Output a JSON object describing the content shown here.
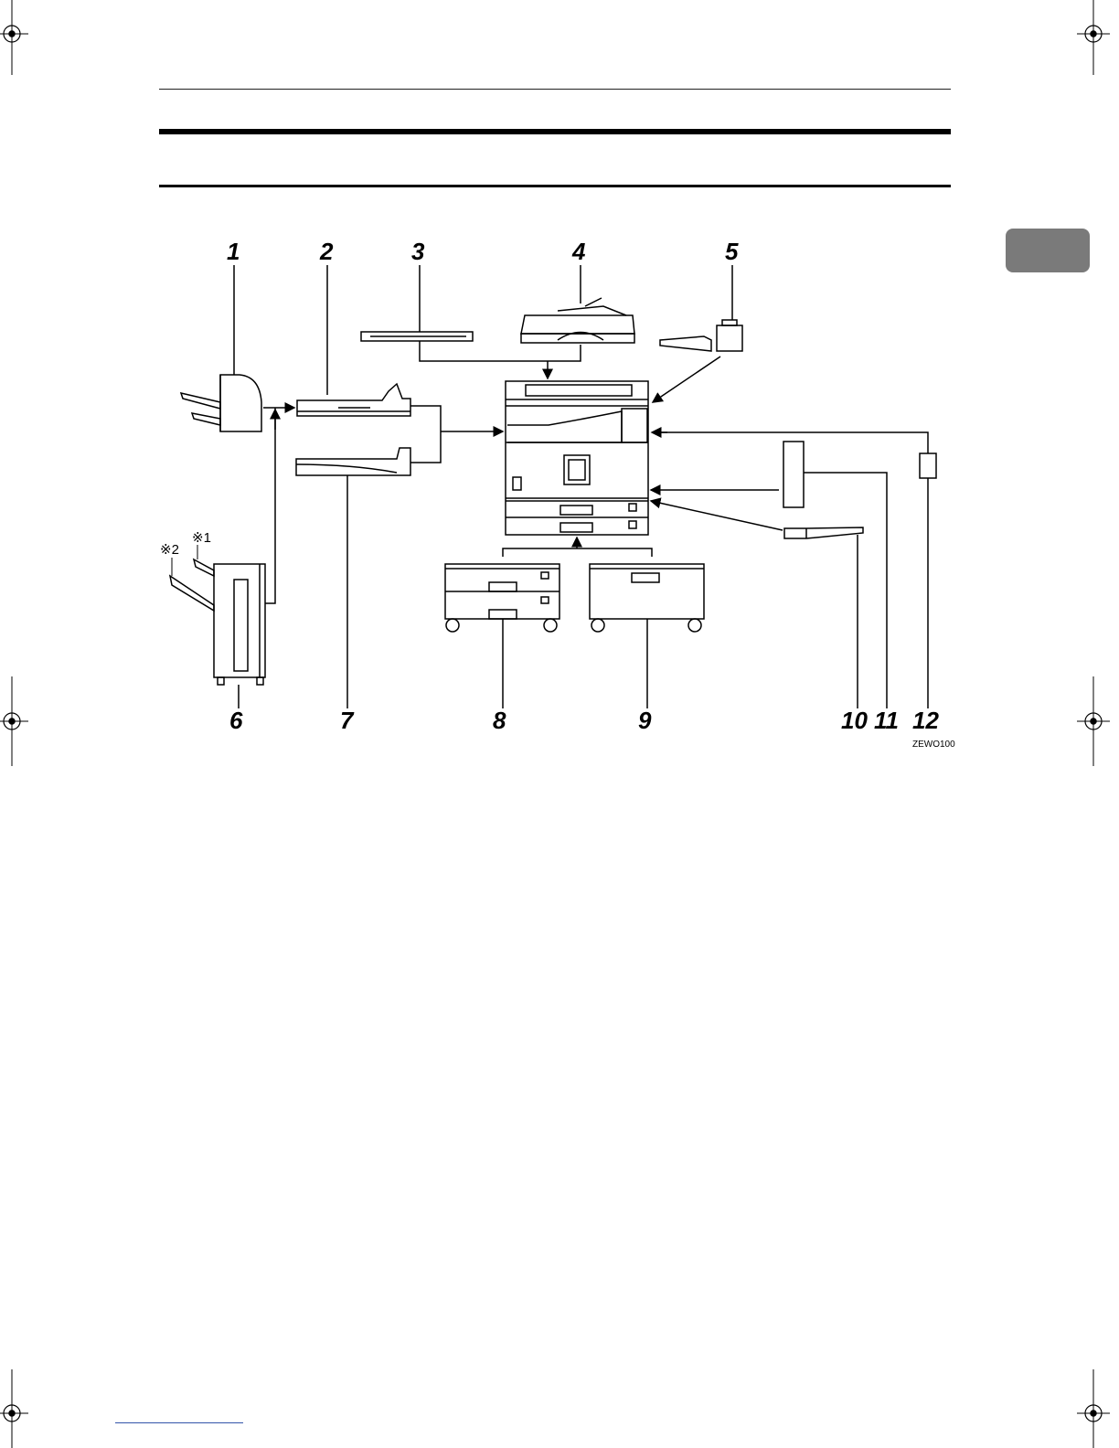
{
  "diagram": {
    "callouts": [
      "1",
      "2",
      "3",
      "4",
      "5",
      "6",
      "7",
      "8",
      "9",
      "10",
      "11",
      "12"
    ],
    "notes": {
      "note1": "※1",
      "note2": "※2"
    },
    "image_code": "ZEWO100"
  },
  "colors": {
    "tab": "#7a7a7a",
    "line": "#000000"
  }
}
